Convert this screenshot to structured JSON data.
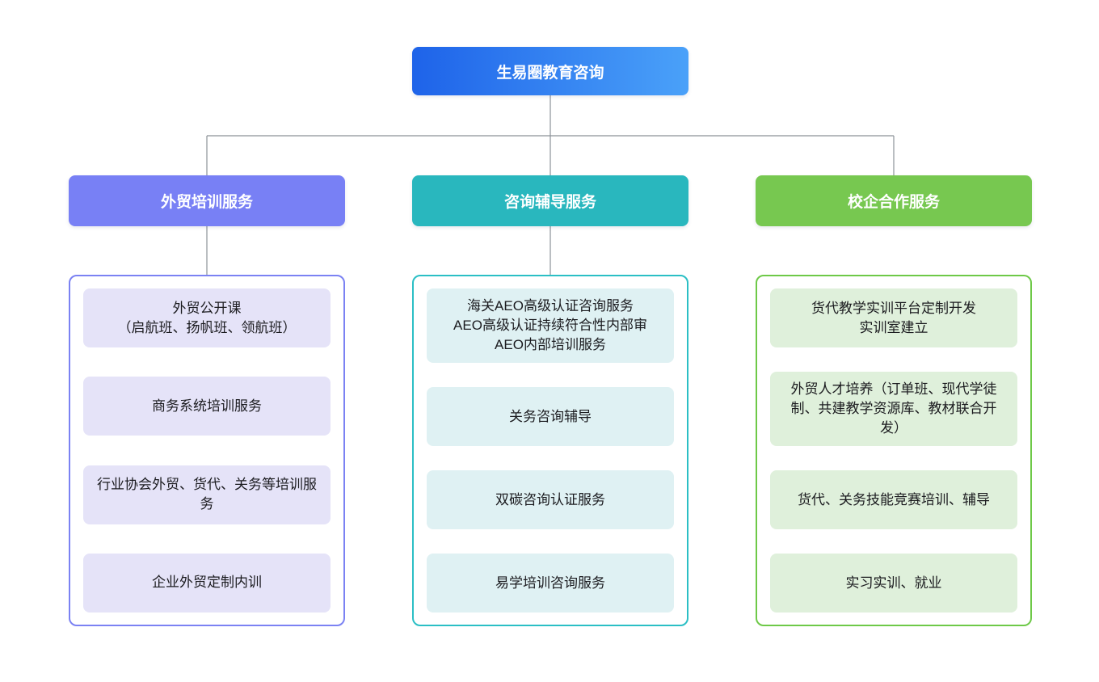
{
  "root": {
    "label": "生易圈教育咨询",
    "gradient_from": "#1E63E9",
    "gradient_to": "#4AA1F9"
  },
  "connector_color": "#8C9298",
  "branches": [
    {
      "label": "外贸培训服务",
      "header_color": "#7880F5",
      "border_color": "#7B82F3",
      "item_bg": "#E5E3F8",
      "items": [
        [
          "外贸公开课",
          "（启航班、扬帆班、领航班）"
        ],
        "商务系统培训服务",
        "行业协会外贸、货代、关务等培训服务",
        "企业外贸定制内训"
      ]
    },
    {
      "label": "咨询辅导服务",
      "header_color": "#29B7BE",
      "border_color": "#2BBFC5",
      "item_bg": "#DFF1F3",
      "items": [
        [
          "海关AEO高级认证咨询服务",
          "AEO高级认证持续符合性内部审",
          "AEO内部培训服务"
        ],
        "关务咨询辅导",
        "双碳咨询认证服务",
        "易学培训咨询服务"
      ]
    },
    {
      "label": "校企合作服务",
      "header_color": "#77C850",
      "border_color": "#6EC948",
      "item_bg": "#DFF0DB",
      "items": [
        [
          "货代教学实训平台定制开发",
          "实训室建立"
        ],
        "外贸人才培养（订单班、现代学徒制、共建教学资源库、教材联合开发）",
        "货代、关务技能竞赛培训、辅导",
        "实习实训、就业"
      ]
    }
  ]
}
